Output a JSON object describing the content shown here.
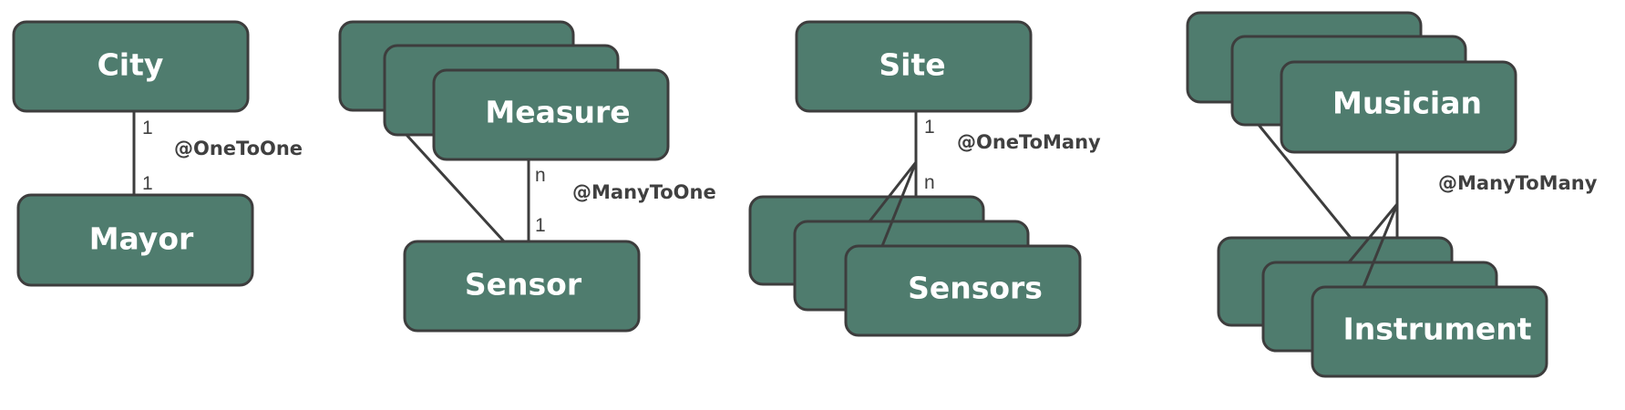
{
  "colors": {
    "box_fill": "#4f7c6e",
    "box_stroke": "#3d3d3d",
    "line": "#3d3d3d",
    "text_on_box": "#ffffff",
    "label_text": "#404040"
  },
  "one_to_one": {
    "entity_a": "City",
    "entity_b": "Mayor",
    "card_a": "1",
    "card_b": "1",
    "relation": "@OneToOne"
  },
  "many_to_one": {
    "entity_a": "Measure",
    "entity_b": "Sensor",
    "card_a": "n",
    "card_b": "1",
    "relation": "@ManyToOne"
  },
  "one_to_many": {
    "entity_a": "Site",
    "entity_b": "Sensors",
    "card_a": "1",
    "card_b": "n",
    "relation": "@OneToMany"
  },
  "many_to_many": {
    "entity_a": "Musician",
    "entity_b": "Instrument",
    "relation": "@ManyToMany"
  }
}
